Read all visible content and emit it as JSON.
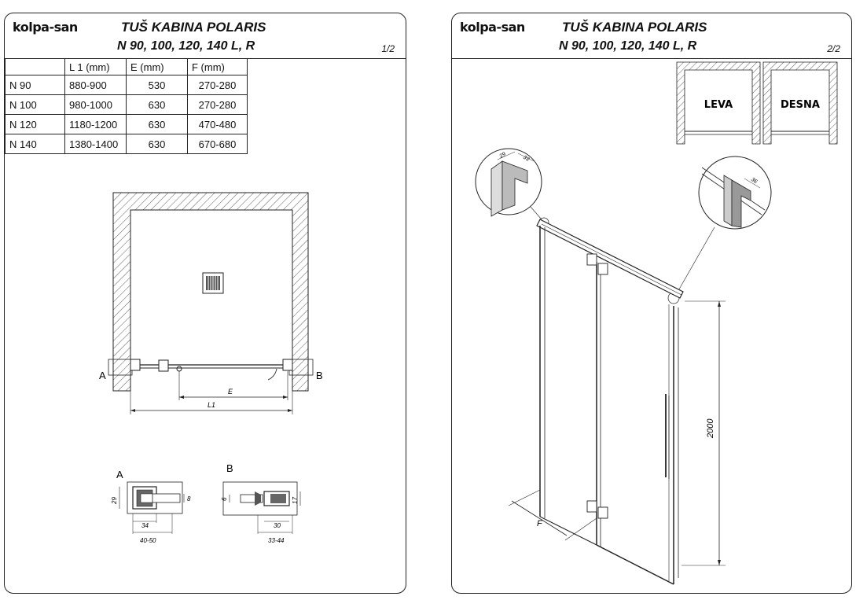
{
  "brand": "kolpa-san",
  "sheets": [
    {
      "title": "TUŠ KABINA POLARIS",
      "subtitle": "N 90, 100, 120, 140 L, R",
      "page": "1/2"
    },
    {
      "title": "TUŠ KABINA POLARIS",
      "subtitle": "N 90, 100, 120, 140 L, R",
      "page": "2/2"
    }
  ],
  "table": {
    "headers": [
      "",
      "L 1 (mm)",
      "E  (mm)",
      "F  (mm)"
    ],
    "rows": [
      [
        "N 90",
        "880-900",
        "530",
        "270-280"
      ],
      [
        "N 100",
        "980-1000",
        "630",
        "270-280"
      ],
      [
        "N 120",
        "1180-1200",
        "630",
        "470-480"
      ],
      [
        "N 140",
        "1380-1400",
        "630",
        "670-680"
      ]
    ]
  },
  "plan": {
    "label_a": "A",
    "label_b": "B",
    "dim_e": "E",
    "dim_l1": "L1"
  },
  "detail_a": {
    "label": "A",
    "d1": "29",
    "d2": "8",
    "d3": "34",
    "d4": "40-50"
  },
  "detail_b": {
    "label": "B",
    "d1": "6",
    "d2": "17",
    "d3": "30",
    "d4": "33-44"
  },
  "variants": {
    "left": "LEVA",
    "right": "DESNA"
  },
  "iso": {
    "height": "2000",
    "depth": "F",
    "detail1_a": "29",
    "detail1_b": "33",
    "detail2_a": "36"
  }
}
